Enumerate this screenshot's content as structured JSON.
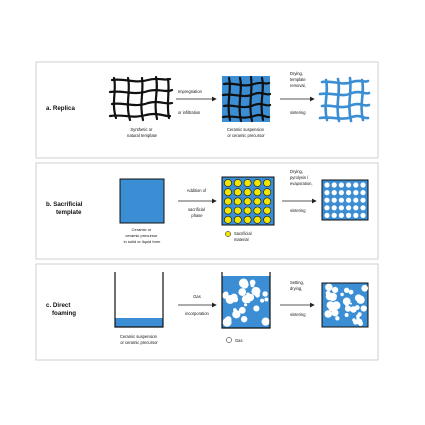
{
  "colors": {
    "accent": "#3b8ed4",
    "accent_dark": "#1f5f9e",
    "panel_border": "#cfcfcf",
    "panel_fill": "#ffffff",
    "ink": "#111111",
    "arrow": "#222222"
  },
  "panels": [
    {
      "title": "a. Replica",
      "labels": {
        "template": "Synthetic or\nnatural template",
        "step1": "Impregnation\nor infiltration",
        "intermediate": "Ceramic suspension\nor ceramic precursor",
        "step2_top": "Drying,\ntemplate\nremoval,",
        "step2_bottom": "sintering"
      }
    },
    {
      "title": "b. Sacrificial\ntemplate",
      "labels": {
        "template": "Ceramic or\nceramic precursor\nin solid or liquid form",
        "step1": "Addition of\nsacrificial\nphase",
        "legend": "Sacrificial\nmaterial",
        "step2_top": "Drying,\npyrolysis /\nevaporation,",
        "step2_bottom": "sintering"
      }
    },
    {
      "title": "c. Direct\nfoaming",
      "labels": {
        "template": "Ceramic suspension\nor ceramic precursor",
        "step1_top": "Gas",
        "step1_bottom": "incorporation",
        "legend": "Gas",
        "step2_top": "Setting,\ndrying,",
        "step2_bottom": "sintering"
      }
    }
  ]
}
